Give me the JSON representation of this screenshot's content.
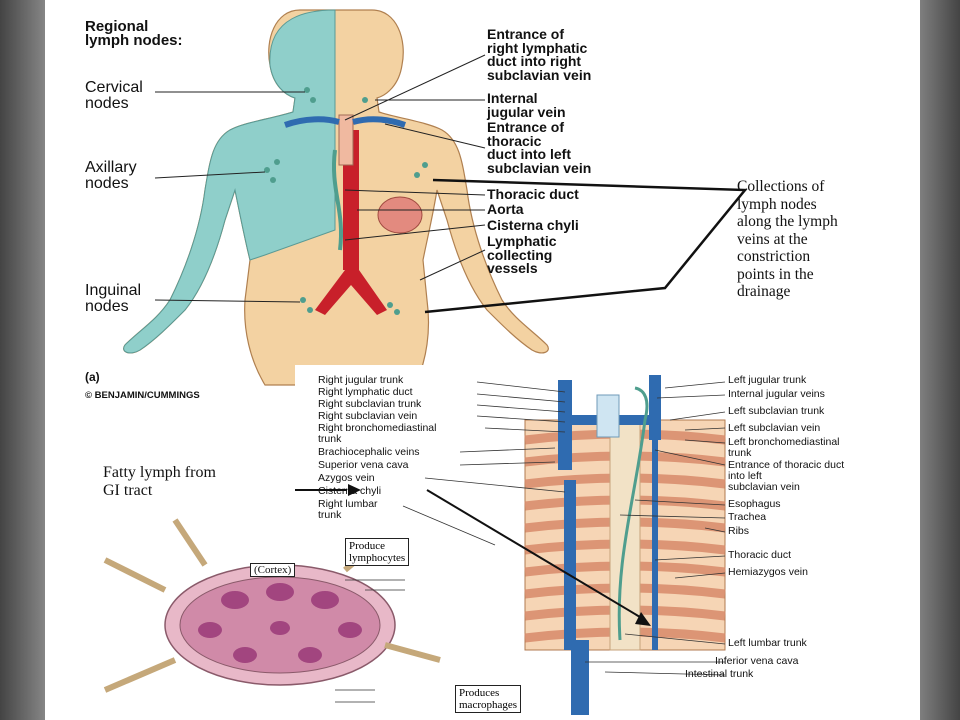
{
  "figure_a": {
    "regional_title": "Regional\nlymph nodes:",
    "cervical": "Cervical\nnodes",
    "axillary": "Axillary\nnodes",
    "inguinal": "Inguinal\nnodes",
    "entrance_right": "Entrance of\nright lymphatic\nduct into right\nsubclavian vein",
    "internal_jugular": "Internal\njugular vein",
    "entrance_thoracic": "Entrance of\nthoracic\nduct into left\nsubclavian vein",
    "thoracic_duct": "Thoracic duct",
    "aorta": "Aorta",
    "cisterna": "Cisterna chyli",
    "lymphatic_vessels": "Lymphatic\ncollecting\nvessels",
    "panel_letter": "(a)",
    "copyright": "© BENJAMIN/CUMMINGS"
  },
  "callout_collections": "Collections of\nlymph nodes\nalong the lymph\nveins at the\nconstriction\npoints in the\ndrainage",
  "callout_fatty": "Fatty lymph from\nGI tract",
  "figure_b": {
    "left_labels": [
      "Right jugular trunk",
      "Right lymphatic duct",
      "Right subclavian trunk",
      "Right subclavian vein",
      "Right bronchomediastinal\ntrunk",
      "Brachiocephalic veins",
      "Superior vena cava",
      "Azygos vein",
      "Cisterna chyli",
      "Right lumbar\ntrunk"
    ],
    "right_labels": [
      "Left jugular trunk",
      "Internal jugular veins",
      "Left subclavian trunk",
      "Left subclavian vein",
      "Left bronchomediastinal\ntrunk",
      "Entrance of thoracic duct\ninto left\nsubclavian vein",
      "Esophagus",
      "Trachea",
      "Ribs",
      "Thoracic duct",
      "Hemiazygos vein"
    ],
    "left_lumbar": "Left lumbar trunk",
    "inferior_vena_cava": "Inferior vena cava",
    "intestinal_trunk": "Intestinal trunk"
  },
  "node_boxes": {
    "produce_lymphocytes": "Produce\nlymphocytes",
    "cortex": "(Cortex)",
    "produces_macrophages": "Produces\nmacrophages"
  },
  "colors": {
    "lymph_green": "#4f9e8e",
    "vein_blue": "#2f6bb0",
    "aorta_red": "#c8202a",
    "skin": "#f3d2a2",
    "teal_fill": "#8fcfca",
    "node_purple": "#c9739a"
  }
}
